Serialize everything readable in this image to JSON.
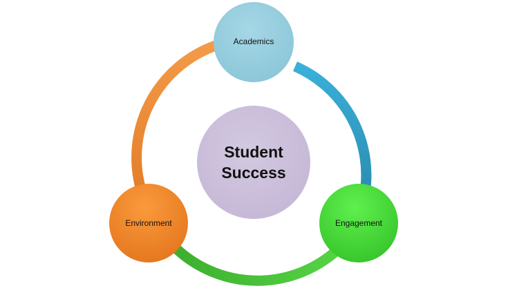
{
  "diagram": {
    "center_label_line1": "Student",
    "center_label_line2": "Success",
    "nodes": [
      {
        "label": "Academics",
        "color": "#93CDDD"
      },
      {
        "label": "Engagement",
        "color": "#4BE83A"
      },
      {
        "label": "Environment",
        "color": "#F28A2E"
      }
    ],
    "arc_colors": {
      "academics_to_engagement": "#2FA4CC",
      "engagement_to_environment": "#46C13A",
      "environment_to_academics": "#EE8A35"
    },
    "center_color": "#CCC0DA"
  }
}
